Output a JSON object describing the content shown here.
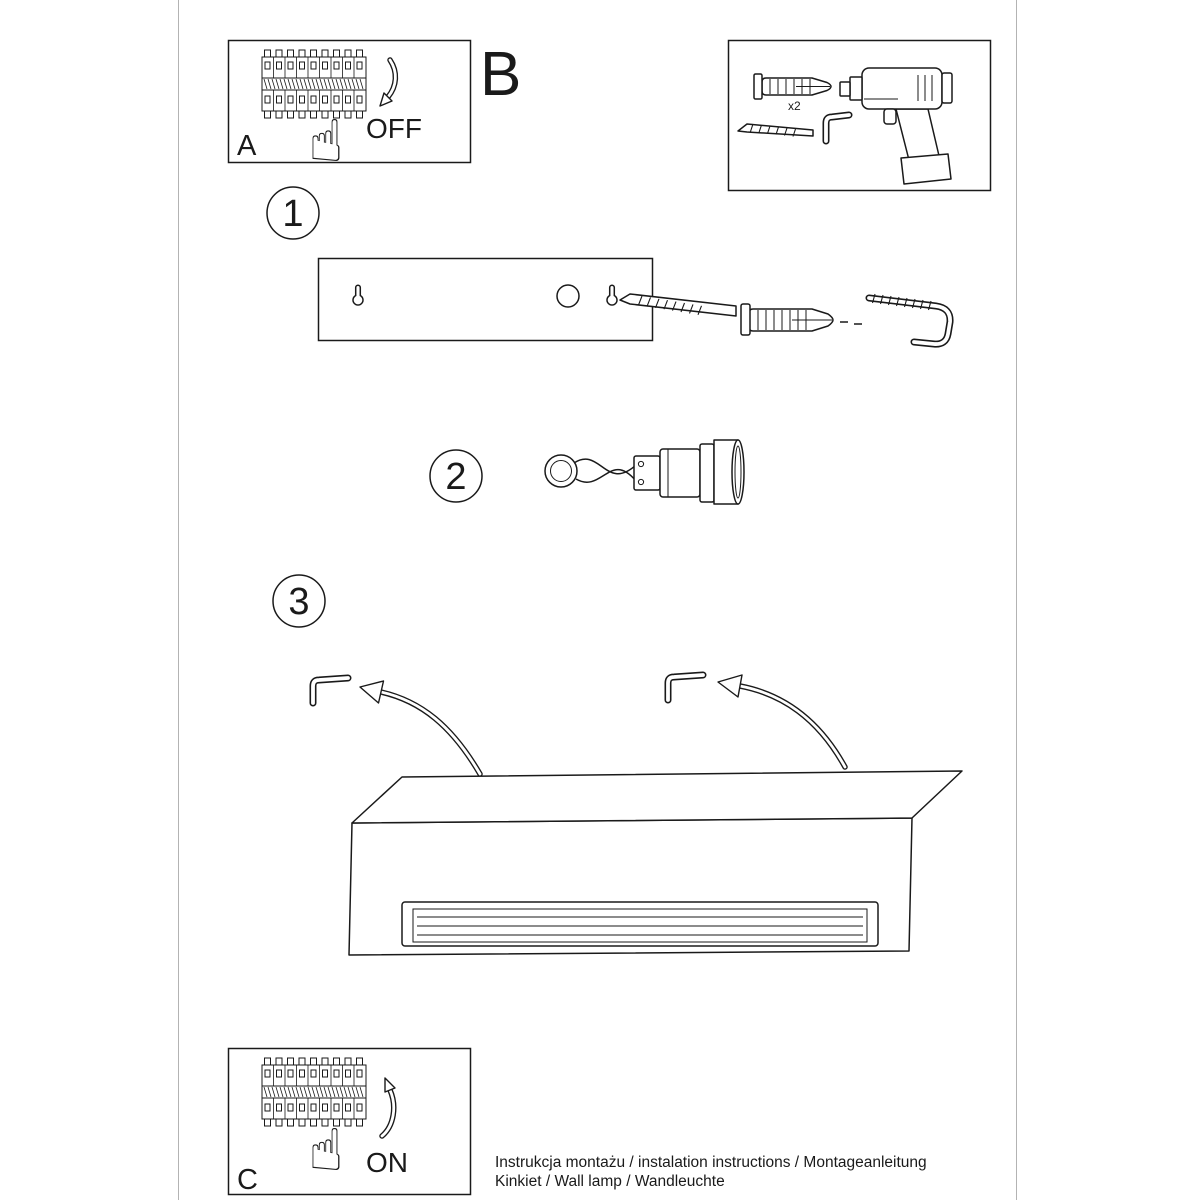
{
  "colors": {
    "ink": "#1a1a1a",
    "paper": "#ffffff",
    "page_edge": "#b3b3b3"
  },
  "icons": {
    "hand": "☝"
  },
  "panel_a": {
    "label": "A",
    "state": "OFF"
  },
  "section_b": {
    "label": "B"
  },
  "tools": {
    "anchor_count": "x2"
  },
  "steps": {
    "s1": "1",
    "s2": "2",
    "s3": "3"
  },
  "panel_c": {
    "label": "C",
    "state": "ON"
  },
  "footer": {
    "line1": "Instrukcja montażu / instalation instructions / Montageanleitung",
    "line2": "Kinkiet / Wall lamp / Wandleuchte"
  }
}
